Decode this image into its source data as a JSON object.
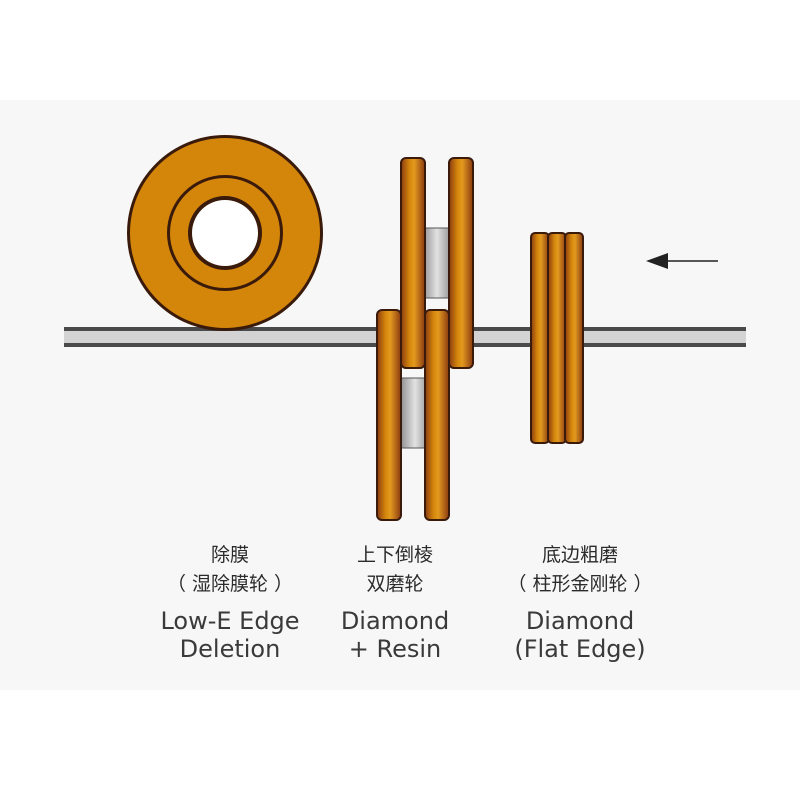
{
  "colors": {
    "background": "#ffffff",
    "panel": "#f7f7f7",
    "glass_fill": "#d3d3d3",
    "glass_edge": "#4a4a4a",
    "wheel_face": "#d4860b",
    "wheel_dark": "#8a3a12",
    "wheel_rim_outline": "#3a1a0a",
    "spacer": "#c8c8c8",
    "arrow": "#222222"
  },
  "diagram": {
    "components": [
      {
        "id": "low-e-wheel",
        "label_cn": "除膜",
        "label_cn_sub": "（ 湿除膜轮 ）",
        "label_en_1": "Low-E Edge",
        "label_en_2": "Deletion"
      },
      {
        "id": "chamfer-wheels",
        "label_cn": "上下倒棱",
        "label_cn_sub": "双磨轮",
        "label_en_1": "Diamond",
        "label_en_2": "+ Resin"
      },
      {
        "id": "flat-edge-wheel",
        "label_cn": "底边粗磨",
        "label_cn_sub": "（ 柱形金刚轮 ）",
        "label_en_1": "Diamond",
        "label_en_2": "(Flat Edge)"
      }
    ],
    "direction_arrow": "left-arrow"
  }
}
